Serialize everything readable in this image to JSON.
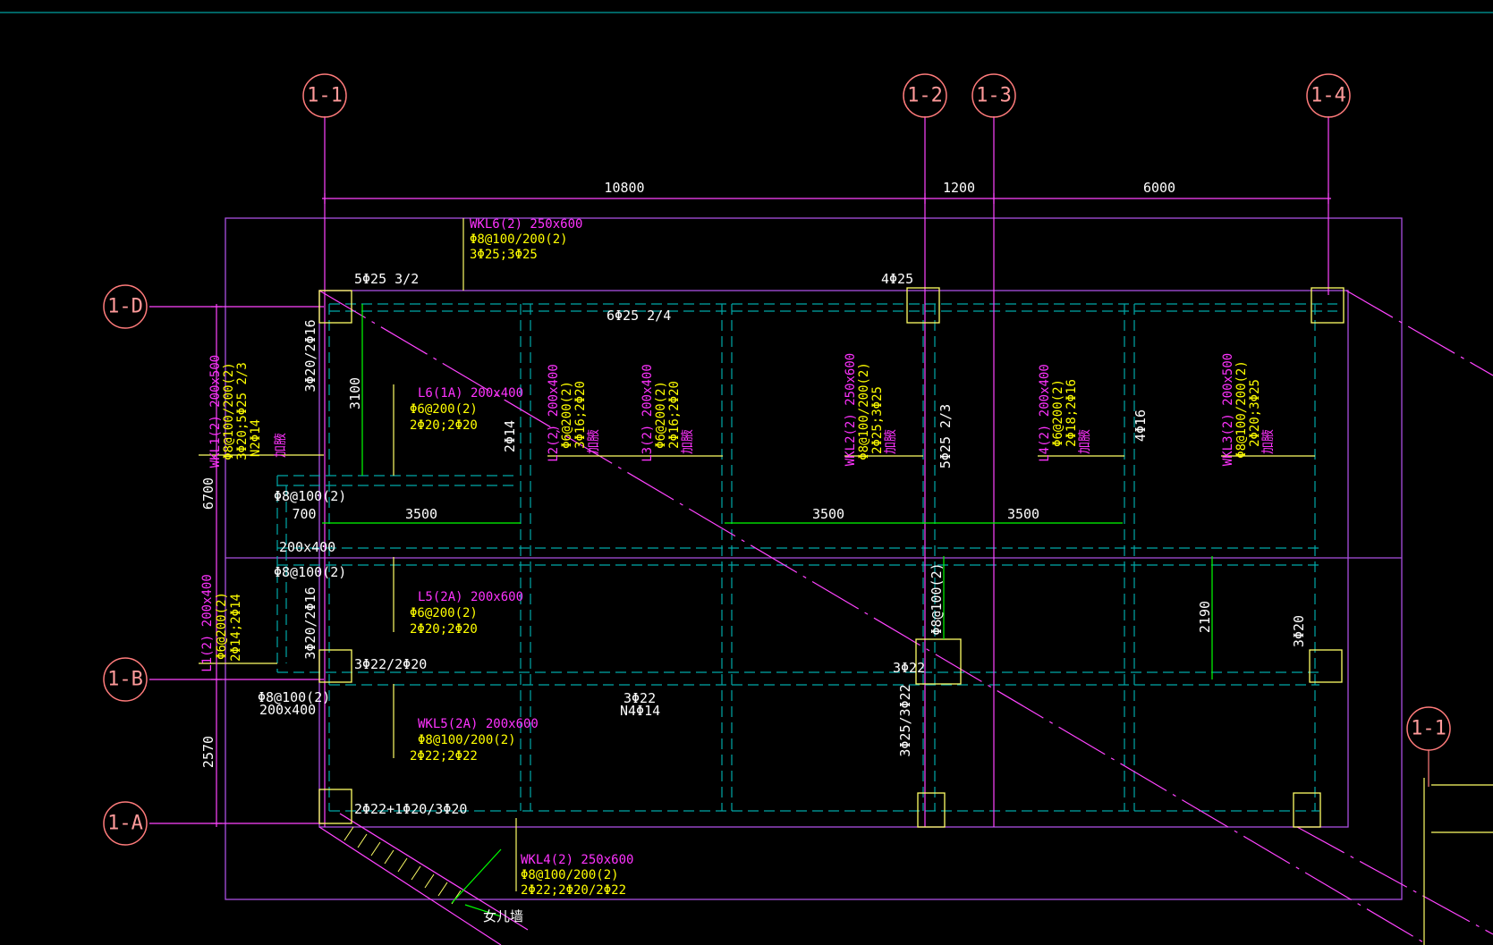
{
  "colors": {
    "background": "#000000",
    "axis_bubble": "#ff7b7b",
    "axis_line": "#ff44ff",
    "beam_outline": "#a94fe0",
    "dashed_beam": "#00a8a8",
    "dimension": "#00ff00",
    "column": "#ffff66",
    "label_name": "#ff33ff",
    "label_rebar": "#ffff00",
    "label_white": "#ffffff",
    "top_line": "#00c8c8"
  },
  "axes": {
    "a11": "1-1",
    "a12": "1-2",
    "a13": "1-3",
    "a14": "1-4",
    "a1D": "1-D",
    "a1B": "1-B",
    "a1A": "1-A",
    "a11r": "1-1"
  },
  "dimensions": {
    "d10800": "10800",
    "d1200": "1200",
    "d6000": "6000",
    "d6700": "6700",
    "d2570": "2570",
    "d3100": "3100",
    "d700": "700",
    "d3500a": "3500",
    "d3500b": "3500",
    "d3500c": "3500",
    "d2190": "2190"
  },
  "labels": {
    "wkl6_name": "WKL6(2) 250x600",
    "wkl6_l1": "Φ8@100/200(2)",
    "wkl6_l2": "3Φ25;3Φ25",
    "top_5phi25": "5Φ25 3/2",
    "top_4phi25": "4Φ25",
    "mid_6phi25": "6Φ25 2/4",
    "l6_name": "L6(1A) 200x400",
    "l6_l1": "Φ6@200(2)",
    "l6_l2": "2Φ20;2Φ20",
    "l5_name": "L5(2A) 200x600",
    "l5_l1": "Φ6@200(2)",
    "l5_l2": "2Φ20;2Φ20",
    "wkl5_name": "WKL5(2A) 200x600",
    "wkl5_l1": "Φ8@100/200(2)",
    "wkl5_l2": "2Φ22;2Φ22",
    "wkl4_name": "WKL4(2) 250x600",
    "wkl4_l1": "Φ8@100/200(2)",
    "wkl4_l2": "2Φ22;2Φ20/2Φ22",
    "phi8_a": "Φ8@100(2)",
    "beam_200x400_a": "200x400",
    "phi8_b": "Φ8@100(2)",
    "phi8_c": "Φ8@100(2)",
    "beam_200x400_b": "200x400",
    "r3phi22_2phi20": "3Φ22/2Φ20",
    "r3phi22": "3Φ22",
    "r3phi22_mid": "3Φ22",
    "rn4phi14": "N4Φ14",
    "bottom_rebar": "2Φ22+1Φ20/3Φ20",
    "nvwall": "女儿墙",
    "v_3phi20_2phi16a": "3Φ20/2Φ16",
    "v_3phi20_2phi16b": "3Φ20/2Φ16",
    "v_wkl1_name": "WKL1(2) 200x500",
    "v_wkl1_l1": "Φ8@100/200(2)",
    "v_wkl1_l2": "3Φ20;5Φ25 2/3",
    "v_wkl1_l3": "N2Φ14",
    "v_wkl1_l4": "加腋",
    "v_l1_name": "L1(2) 200x400",
    "v_l1_l1": "Φ6@200(2)",
    "v_l1_l2": "2Φ14;2Φ14",
    "v_2phi14": "2Φ14",
    "v_l2_name": "L2(2) 200x400",
    "v_l2_l1": "Φ6@200(2)",
    "v_l2_l2": "3Φ16;2Φ20",
    "v_l2_l3": "加腋",
    "v_l3_name": "L3(2) 200x400",
    "v_l3_l1": "Φ6@200(2)",
    "v_l3_l2": "2Φ16;2Φ20",
    "v_l3_l3": "加腋",
    "v_wkl2_name": "WKL2(2) 250x600",
    "v_wkl2_l1": "Φ8@100/200(2)",
    "v_wkl2_l2": "2Φ25;3Φ25",
    "v_wkl2_l3": "加腋",
    "v_5phi25": "5Φ25 2/3",
    "v_l4_name": "L4(2) 200x400",
    "v_l4_l1": "Φ6@200(2)",
    "v_l4_l2": "2Φ18;2Φ16",
    "v_l4_l3": "加腋",
    "v_4phi16": "4Φ16",
    "v_wkl3_name": "WKL3(2) 200x500",
    "v_wkl3_l1": "Φ8@100/200(2)",
    "v_wkl3_l2": "2Φ20;3Φ25",
    "v_wkl3_l3": "加腋",
    "v_phi8_100": "Φ8@100(2)",
    "v_3phi20": "3Φ20",
    "v_3phi25_3phi22": "3Φ25/3Φ22"
  }
}
